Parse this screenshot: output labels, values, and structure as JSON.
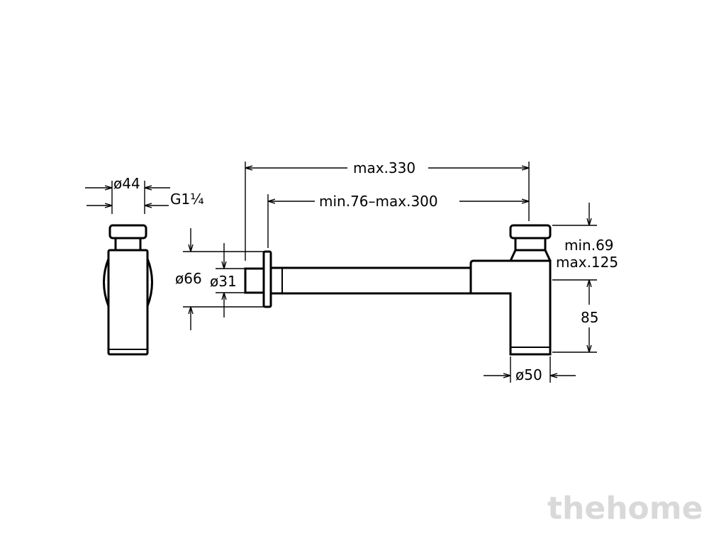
{
  "drawing": {
    "labels": {
      "side_diameter": "ø44",
      "thread": "G1¼",
      "max_length": "max.330",
      "adjust_range": "min.76–max.300",
      "flange_diameter": "ø66",
      "pipe_diameter": "ø31",
      "height_min": "min.69",
      "height_max": "max.125",
      "outlet_height": "85",
      "body_diameter": "ø50"
    },
    "watermark": "thehome"
  }
}
